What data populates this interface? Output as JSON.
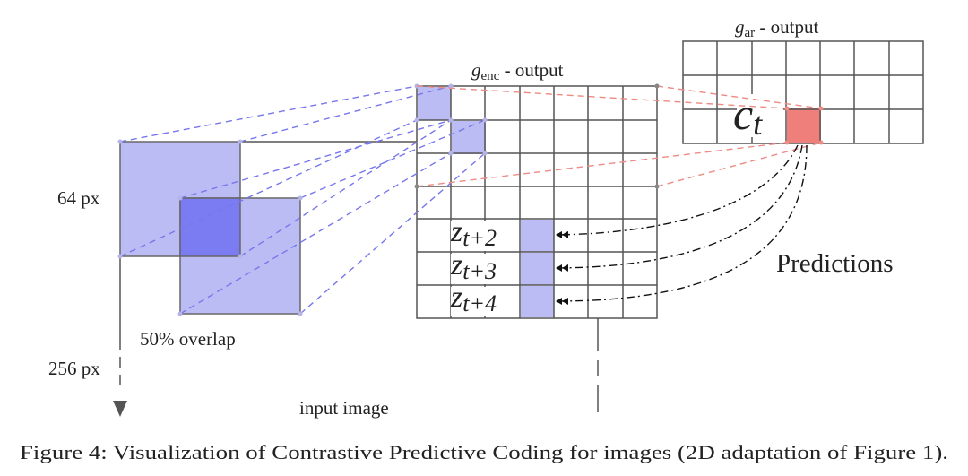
{
  "labels": {
    "g_ar_symbol": "g",
    "g_ar_sub": "ar",
    "g_ar_suffix": " - output",
    "g_enc_symbol": "g",
    "g_enc_sub": "enc",
    "g_enc_suffix": " - output",
    "patch_size": "64 px",
    "overlap": "50% overlap",
    "image_size": "256 px",
    "input_image": "input image",
    "predictions": "Predictions",
    "context_symbol": "c",
    "context_sub": "t",
    "z_symbol": "z",
    "z_sub": [
      "t+2",
      "t+3",
      "t+4"
    ]
  },
  "caption": "Figure 4: Visualization of Contrastive Predictive Coding for images (2D adaptation of Figure 1).",
  "colors": {
    "patch": "#bcbcf5",
    "patch_overlap": "#7b7bf2",
    "context_cell": "#ef7f7a",
    "blue_dash": "#7777ee",
    "red_dash": "#ee8b85",
    "grid": "#555555"
  }
}
